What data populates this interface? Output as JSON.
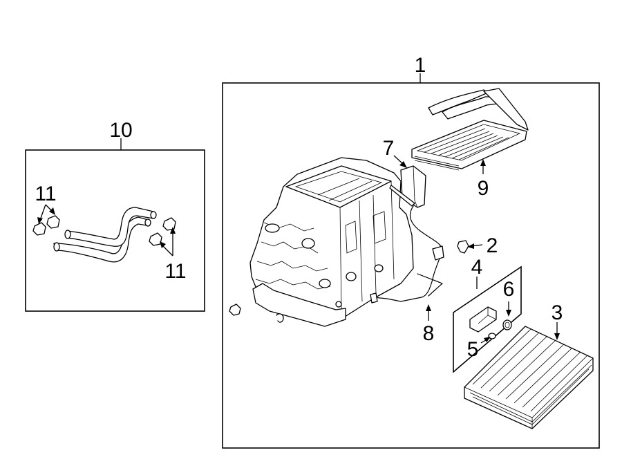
{
  "callouts": {
    "c1": "1",
    "c2": "2",
    "c3": "3",
    "c4": "4",
    "c5": "5",
    "c6": "6",
    "c7": "7",
    "c8": "8",
    "c9": "9",
    "c10": "10",
    "c11a": "11",
    "c11b": "11"
  }
}
